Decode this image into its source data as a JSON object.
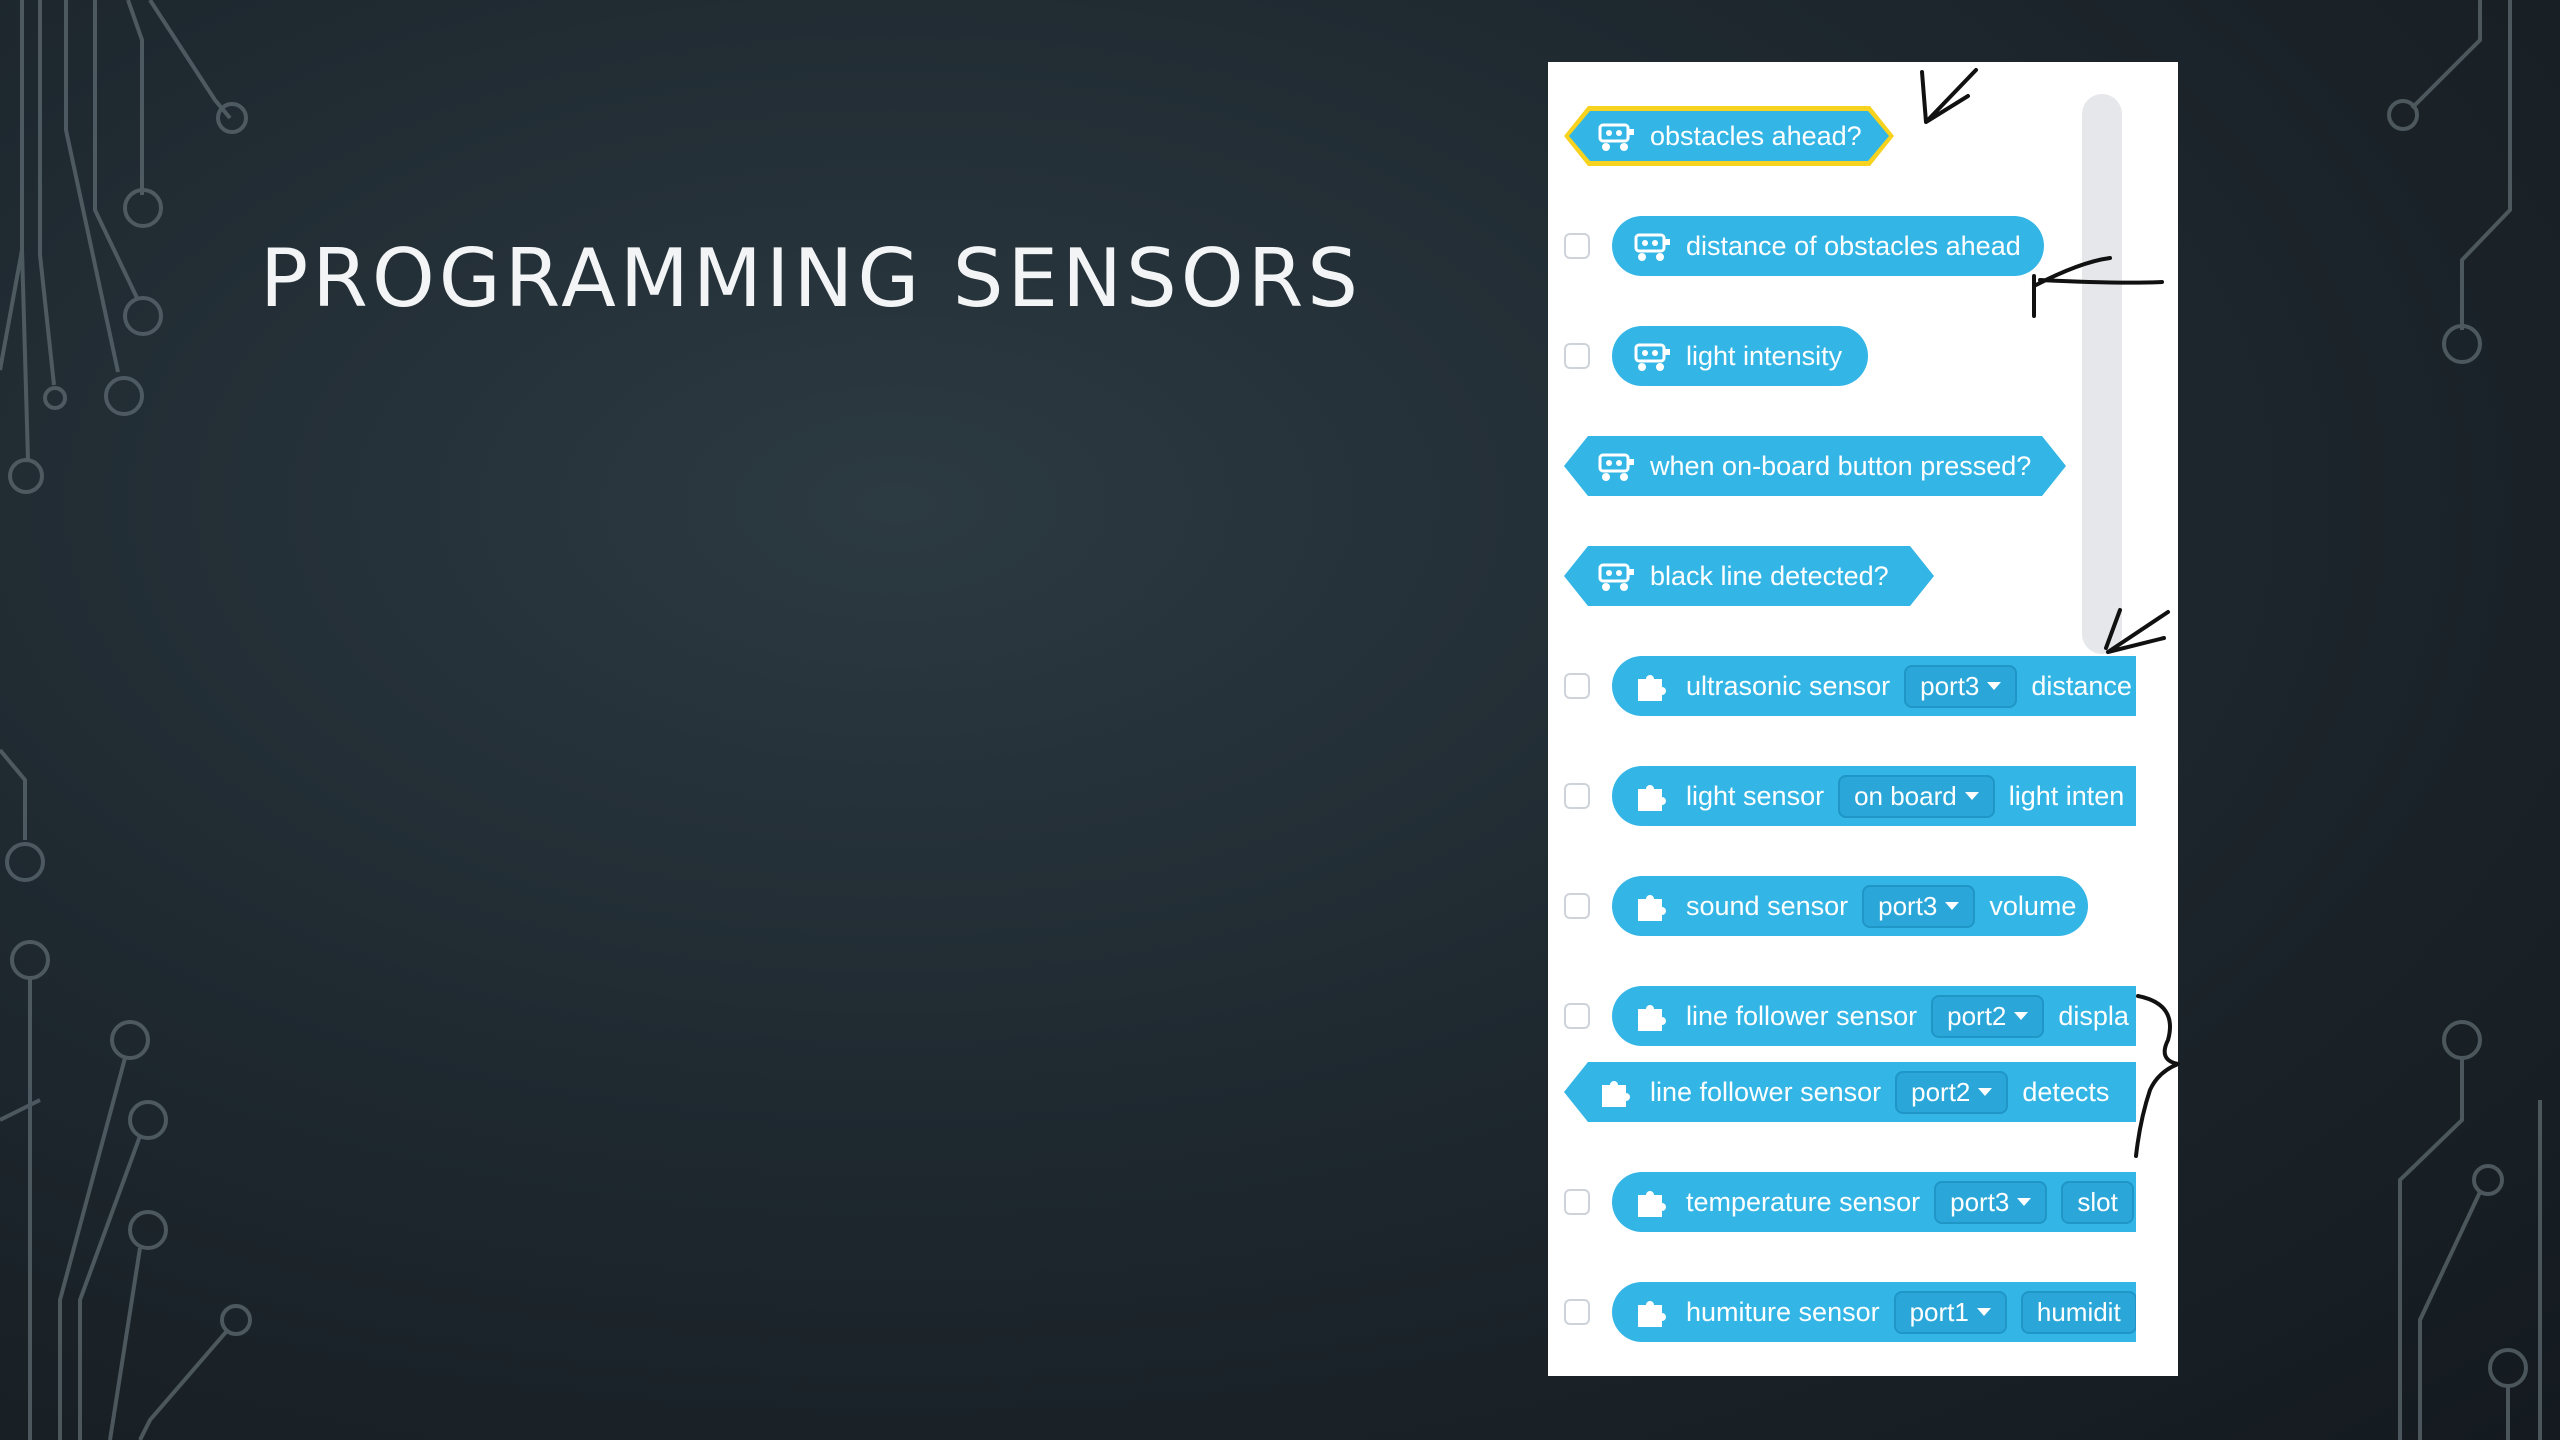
{
  "slide": {
    "title": "PROGRAMMING SENSORS"
  },
  "colors": {
    "block": "#33b5e5",
    "highlight": "#f7d21e",
    "panel": "#ffffff",
    "background": "#1f2930"
  },
  "blocks": [
    {
      "label": "obstacles ahead?",
      "icon": "robot-icon",
      "selected": true
    },
    {
      "label": "distance of obstacles ahead",
      "icon": "robot-icon"
    },
    {
      "label": "light intensity",
      "icon": "robot-icon"
    },
    {
      "label": "when on-board button pressed?",
      "icon": "robot-icon"
    },
    {
      "label": "black line detected?",
      "icon": "robot-icon"
    },
    {
      "label": "ultrasonic sensor",
      "field": "port3",
      "suffix": "distance",
      "icon": "extension-icon"
    },
    {
      "label": "light sensor",
      "field": "on board",
      "suffix": "light inten",
      "icon": "extension-icon"
    },
    {
      "label": "sound sensor",
      "field": "port3",
      "suffix": "volume",
      "icon": "extension-icon"
    },
    {
      "label": "line follower sensor",
      "field": "port2",
      "suffix": "displa",
      "icon": "extension-icon"
    },
    {
      "label": "line follower sensor",
      "field": "port2",
      "suffix": "detects",
      "icon": "extension-icon"
    },
    {
      "label": "temperature sensor",
      "field": "port3",
      "suffix": "slot",
      "icon": "extension-icon"
    },
    {
      "label": "humiture sensor",
      "field": "port1",
      "suffix": "humidit",
      "icon": "extension-icon"
    }
  ]
}
